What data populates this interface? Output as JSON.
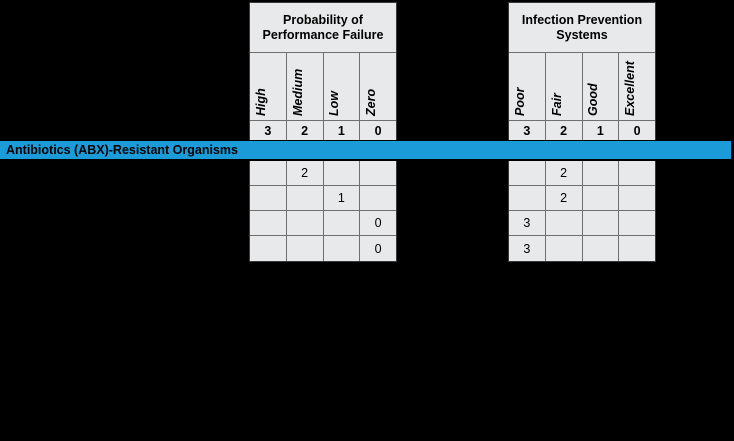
{
  "banner": {
    "label": "Antibiotics (ABX)-Resistant Organisms",
    "color": "#1b9bd8"
  },
  "groups": [
    {
      "title": "Probability of\nPerformance Failure",
      "columns": [
        {
          "label": "High",
          "score": "3"
        },
        {
          "label": "Medium",
          "score": "2"
        },
        {
          "label": "Low",
          "score": "1"
        },
        {
          "label": "Zero",
          "score": "0"
        }
      ],
      "rows": [
        [
          "",
          "2",
          "",
          ""
        ],
        [
          "",
          "",
          "1",
          ""
        ],
        [
          "",
          "",
          "",
          "0"
        ],
        [
          "",
          "",
          "",
          "0"
        ]
      ]
    },
    {
      "title": "Infection Prevention\nSystems",
      "columns": [
        {
          "label": "Poor",
          "score": "3"
        },
        {
          "label": "Fair",
          "score": "2"
        },
        {
          "label": "Good",
          "score": "1"
        },
        {
          "label": "Excellent",
          "score": "0"
        }
      ],
      "rows": [
        [
          "",
          "2",
          "",
          ""
        ],
        [
          "",
          "2",
          "",
          ""
        ],
        [
          "3",
          "",
          "",
          ""
        ],
        [
          "3",
          "",
          "",
          ""
        ]
      ]
    }
  ],
  "chart_data": {
    "type": "table",
    "title": "Antibiotics (ABX)-Resistant Organisms risk-assessment matrix",
    "categories": [
      "Probability of Performance Failure",
      "Infection Prevention Systems"
    ],
    "series": [
      {
        "name": "Probability of Performance Failure",
        "scale": [
          "High=3",
          "Medium=2",
          "Low=1",
          "Zero=0"
        ],
        "values": [
          2,
          1,
          0,
          0
        ]
      },
      {
        "name": "Infection Prevention Systems",
        "scale": [
          "Poor=3",
          "Fair=2",
          "Good=1",
          "Excellent=0"
        ],
        "values": [
          2,
          2,
          3,
          3
        ]
      }
    ]
  }
}
